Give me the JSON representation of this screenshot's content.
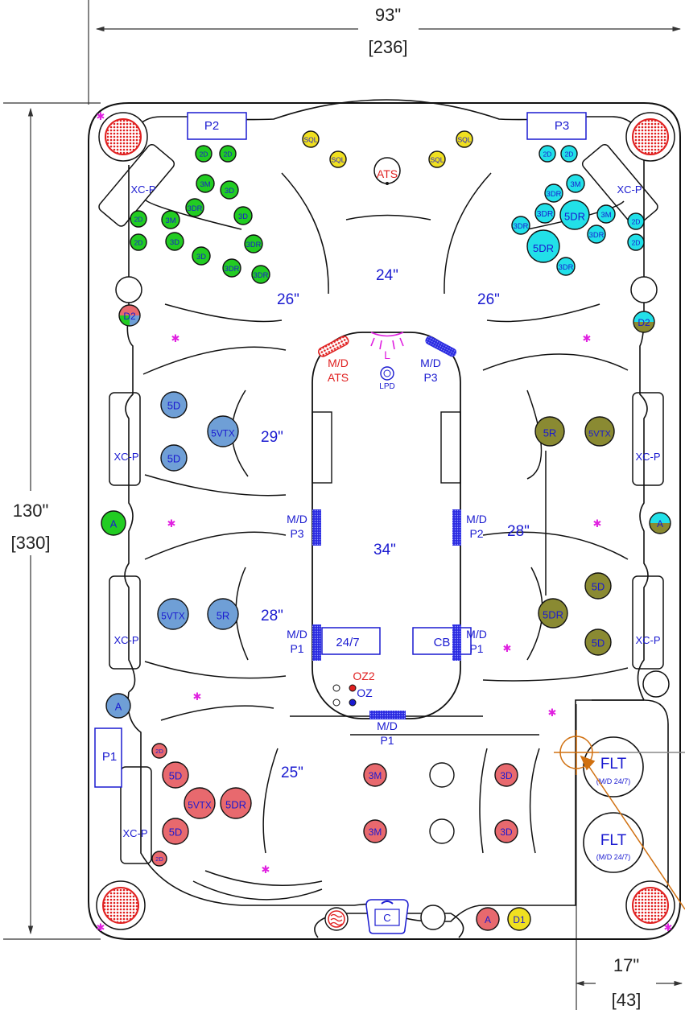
{
  "dimensions": {
    "width_in": "93\"",
    "width_cm": "[236]",
    "height_in": "130\"",
    "height_cm": "[330]",
    "step_in": "17\"",
    "step_cm": "[43]"
  },
  "seat_depths": {
    "top_center": "24\"",
    "top_left": "26\"",
    "top_right": "26\"",
    "left_upper": "29\"",
    "left_lower": "28\"",
    "right_mid": "28\"",
    "center": "34\"",
    "bottom_left": "25\""
  },
  "pump_labels": {
    "p2": "P2",
    "p3": "P3",
    "p1": "P1",
    "xcp": "XC-P",
    "timer": "24/7",
    "cb": "CB",
    "c": "C"
  },
  "manifolds": {
    "md": "M/D",
    "ats": "ATS",
    "p1": "P1",
    "p2": "P2",
    "p3": "P3",
    "light": "L",
    "lpd": "LPD",
    "oz": "OZ",
    "oz2": "OZ2"
  },
  "filters": {
    "label": "FLT",
    "sub": "(M/D 24/7)"
  },
  "jets": {
    "sql": "SQL",
    "ats": "ATS",
    "d1": "D1",
    "d2": "D2",
    "a": "A",
    "j2d": "2D",
    "j3d": "3D",
    "j3m": "3M",
    "j3dr": "3DR",
    "j5d": "5D",
    "j5dr": "5DR",
    "j5r": "5R",
    "j5vtx": "5VTX",
    "j3m2": "3M"
  },
  "colors": {
    "green": "#22cc22",
    "cyan": "#22e0e8",
    "yellow": "#f0e020",
    "steel": "#6f9fd6",
    "olive": "#8a8a32",
    "salmon": "#e8696e",
    "red": "#e02020",
    "blue": "#1a1ad0",
    "magenta": "#e020e0",
    "orange": "#d07010"
  }
}
